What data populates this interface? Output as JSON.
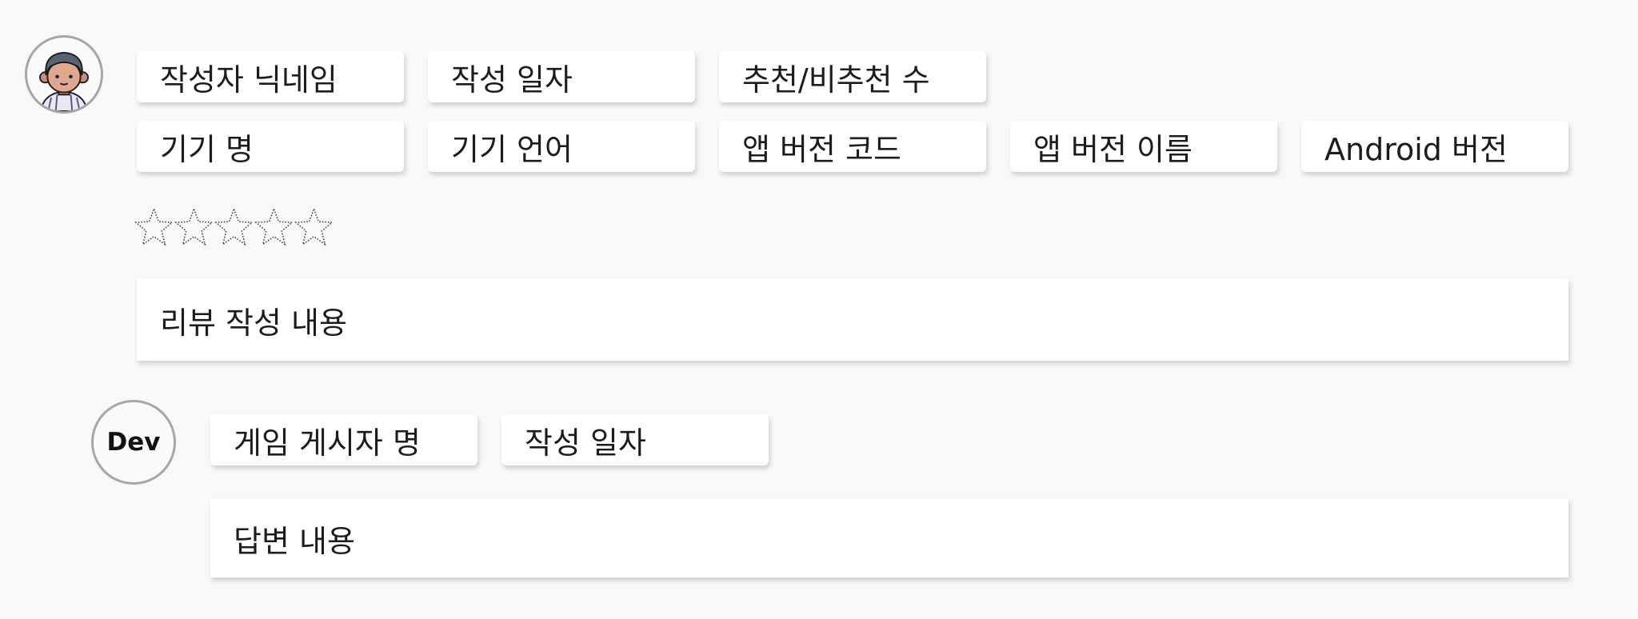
{
  "review": {
    "author_nickname": "작성자 닉네임",
    "date": "작성 일자",
    "likes": "추천/비추천 수",
    "device_name": "기기 명",
    "device_language": "기기 언어",
    "app_version_code": "앱 버전 코드",
    "app_version_name": "앱 버전 이름",
    "android_version": "Android 버전",
    "rating": 0,
    "rating_max": 5,
    "body": "리뷰 작성 내용"
  },
  "reply": {
    "avatar_label": "Dev",
    "publisher_name": "게임 게시자 명",
    "date": "작성 일자",
    "body": "답변 내용"
  },
  "icons": {
    "user_avatar": "user-avatar-icon",
    "star": "star-outline-icon"
  }
}
